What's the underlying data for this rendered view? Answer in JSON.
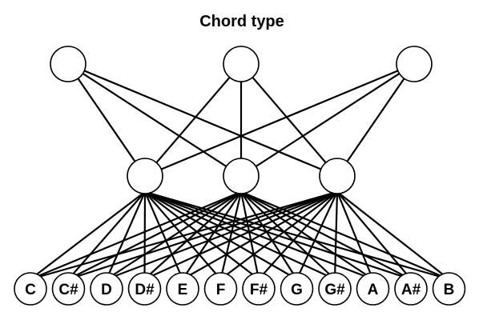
{
  "title": "Chord type",
  "top_layer": {
    "nodes": [
      {
        "id": "t1"
      },
      {
        "id": "t2"
      },
      {
        "id": "t3"
      }
    ]
  },
  "hidden_layer": {
    "nodes": [
      {
        "id": "h1"
      },
      {
        "id": "h2"
      },
      {
        "id": "h3"
      }
    ]
  },
  "input_layer": {
    "notes": [
      "C",
      "C#",
      "D",
      "D#",
      "E",
      "F",
      "F#",
      "G",
      "G#",
      "A",
      "A#",
      "B"
    ]
  },
  "connections": {
    "top_to_hidden": [
      [
        "t1",
        "h1"
      ],
      [
        "t1",
        "h2"
      ],
      [
        "t1",
        "h3"
      ],
      [
        "t2",
        "h1"
      ],
      [
        "t2",
        "h2"
      ],
      [
        "t2",
        "h3"
      ],
      [
        "t3",
        "h1"
      ],
      [
        "t3",
        "h2"
      ],
      [
        "t3",
        "h3"
      ]
    ],
    "hidden_to_input": "fully-connected"
  },
  "colors": {
    "line": "#000000",
    "node_fill": "#ffffff",
    "background": "#ffffff"
  }
}
